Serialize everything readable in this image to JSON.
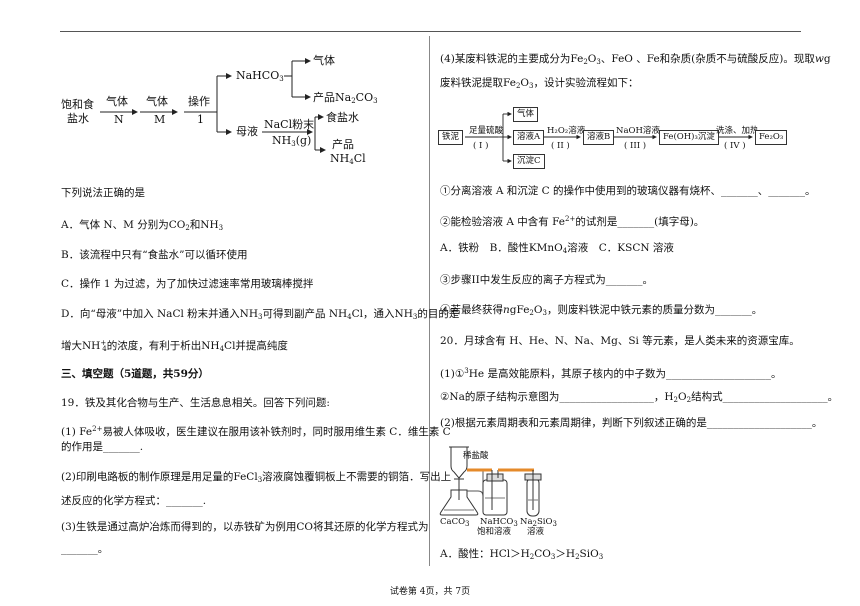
{
  "flow1": {
    "start_l1": "饱和食",
    "start_l2": "盐水",
    "step1_top": "气体",
    "step1_bot": "N",
    "step2_top": "气体",
    "step2_bot": "M",
    "step3_top": "操作",
    "step3_bot": "1",
    "nahco3": "NaHCO",
    "nahco3_sub": "3",
    "gas": "气体",
    "product_na2co3": "产品Na",
    "product_na2co3_sub1": "2",
    "product_na2co3_tail": "CO",
    "product_na2co3_sub2": "3",
    "mother": "母液",
    "nacl_powder": "NaCl粉末",
    "nh3": "NH",
    "nh3_sub": "3",
    "nh3_tail": "(g)",
    "salt_water": "食盐水",
    "product_l1": "产品",
    "product_l2": "NH",
    "product_l2_sub": "4",
    "product_l2_tail": "Cl"
  },
  "q18": {
    "stem": "下列说法正确的是",
    "optA": "A．气体 N、M 分别为CO",
    "optA_sub": "2",
    "optA_mid": "和NH",
    "optA_sub2": "3",
    "optB": "B．该流程中只有“食盐水”可以循环使用",
    "optC": "C．操作 1 为过滤，为了加快过滤速率常用玻璃棒搅拌",
    "optD1": "D．向“母液”中加入 NaCl 粉末并通入NH",
    "optD1_sub": "3",
    "optD1_mid": "可得到副产品 NH",
    "optD1_sub2": "4",
    "optD1_tail": "Cl，通入NH",
    "optD1_sub3": "3",
    "optD1_end": "的目的是",
    "optD2": "增大NH",
    "optD2_sup": "+",
    "optD2_sub": "4",
    "optD2_mid": "的浓度，有利于析出NH",
    "optD2_sub2": "4",
    "optD2_end": "Cl并提高纯度"
  },
  "section3": "三、填空题（5道题，共59分）",
  "q19": {
    "stem": "19．铁及其化合物与生产、生活息息相关。回答下列问题:",
    "p1a": "(1) Fe",
    "p1a_sup": "2+",
    "p1a_tail": "易被人体吸收，医生建议在服用该补铁剂时，同时服用维生素 C．维生素 C",
    "p1b": "的作用是_______.",
    "p2a": "(2)印刷电路板的制作原理是用足量的FeCl",
    "p2a_sub": "3",
    "p2a_tail": "溶液腐蚀覆铜板上不需要的铜箔．写出上",
    "p2b": "述反应的化学方程式：_______.",
    "p3a": "(3)生铁是通过高炉冶炼而得到的，以赤铁矿为例用CO将其还原的化学方程式为",
    "p3b": "_______。"
  },
  "q19_4": {
    "line1": "(4)某废料铁泥的主要成分为Fe",
    "line1_sub": "2",
    "line1_mid": "O",
    "line1_sub2": "3",
    "line1_mid2": "、FeO 、Fe和杂质(杂质不与硫酸反应)。现取",
    "line1_w": "w",
    "line1_g": "g",
    "line2": "废料铁泥提取Fe",
    "line2_sub": "2",
    "line2_mid": "O",
    "line2_sub2": "3",
    "line2_tail": "，设计实验流程如下："
  },
  "flow2": {
    "iron_mud": "铁泥",
    "arrow1_top": "足量硫酸",
    "arrow1_bot": "( I )",
    "gas": "气体",
    "sol_a": "溶液A",
    "ppt_c": "沉淀C",
    "arrow2_top": "H₂O₂溶液",
    "arrow2_bot": "( II )",
    "sol_b": "溶液B",
    "arrow3_top": "NaOH溶液",
    "arrow3_bot": "( III )",
    "fe_oh3": "Fe(OH)₃沉淀",
    "arrow4_top": "洗涤、加热",
    "arrow4_bot": "( IV )",
    "fe2o3": "Fe₂O₃"
  },
  "q19_4_parts": {
    "p1": "①分离溶液 A 和沉淀 C 的操作中使用到的玻璃仪器有烧杯、_______、_______。",
    "p2a": "②能检验溶液 A 中含有 Fe",
    "p2a_sup": "2+",
    "p2a_tail": "的试剂是_______(填字母)。",
    "p2opts_a": "A．铁粉　B．酸性",
    "p2opts_kmno4": "KMnO",
    "p2opts_kmno4_sub": "4",
    "p2opts_tail": "溶液　C．KSCN 溶液",
    "p3": "③步骤II中发生反应的离子方程式为_______。",
    "p4a": "④若最终获得",
    "p4a_n": "n",
    "p4a_mid": "gFe",
    "p4a_sub": "2",
    "p4a_mid2": "O",
    "p4a_sub2": "3",
    "p4a_tail": "，则废料铁泥中铁元素的质量分数为_______。"
  },
  "q20": {
    "stem": "20．月球含有 H、He、N、Na、Mg、Si 等元素，是人类未来的资源宝库。",
    "p1a": "(1)①",
    "p1a_sup": "3",
    "p1a_tail": "He 是高效能原料，其原子核内的中子数为____________________。",
    "p1b": "②Na的原子结构示意图为__________________，H",
    "p1b_sub": "2",
    "p1b_mid": "O",
    "p1b_sub2": "2",
    "p1b_tail": "结构式____________________。",
    "p2": "(2)根据元素周期表和元素周期律，判断下列叙述正确的是____________________。",
    "acid": "稀盐酸",
    "caco3": "CaCO",
    "caco3_sub": "3",
    "nahco3": "NaHCO",
    "nahco3_sub": "3",
    "sat_sol": "饱和溶液",
    "na2sio3": "Na",
    "na2sio3_sub": "2",
    "na2sio3_mid": "SiO",
    "na2sio3_sub2": "3",
    "sol": "溶液",
    "optA": "A．酸性：HCl＞H",
    "optA_sub": "2",
    "optA_mid": "CO",
    "optA_sub2": "3",
    "optA_mid2": "＞H",
    "optA_sub3": "2",
    "optA_mid3": "SiO",
    "optA_sub4": "3"
  },
  "footer": "试卷第 4页，共 7页"
}
